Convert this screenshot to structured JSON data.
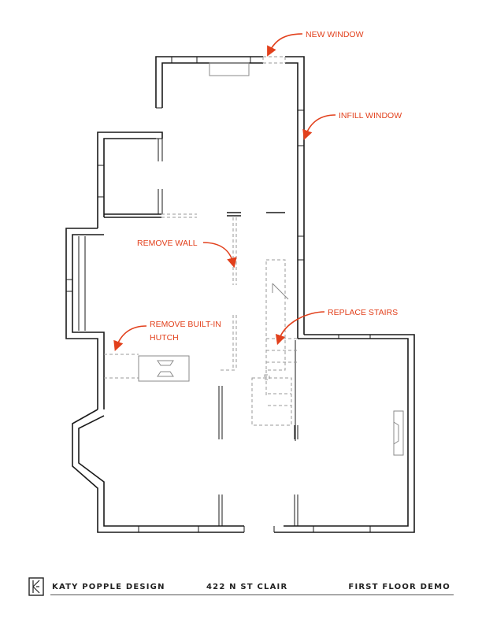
{
  "annotations": {
    "new_window": "NEW WINDOW",
    "infill_window": "INFILL WINDOW",
    "remove_wall": "REMOVE WALL",
    "replace_stairs": "REPLACE STAIRS",
    "remove_hutch_line1": "REMOVE BUILT-IN",
    "remove_hutch_line2": "HUTCH"
  },
  "footer": {
    "company": "KATY POPPLE DESIGN",
    "address": "422 N ST CLAIR",
    "sheet": "FIRST FLOOR DEMO"
  },
  "colors": {
    "annotation": "#e2401c",
    "wall": "#1a1a1a",
    "demo": "#9a9a9a"
  }
}
